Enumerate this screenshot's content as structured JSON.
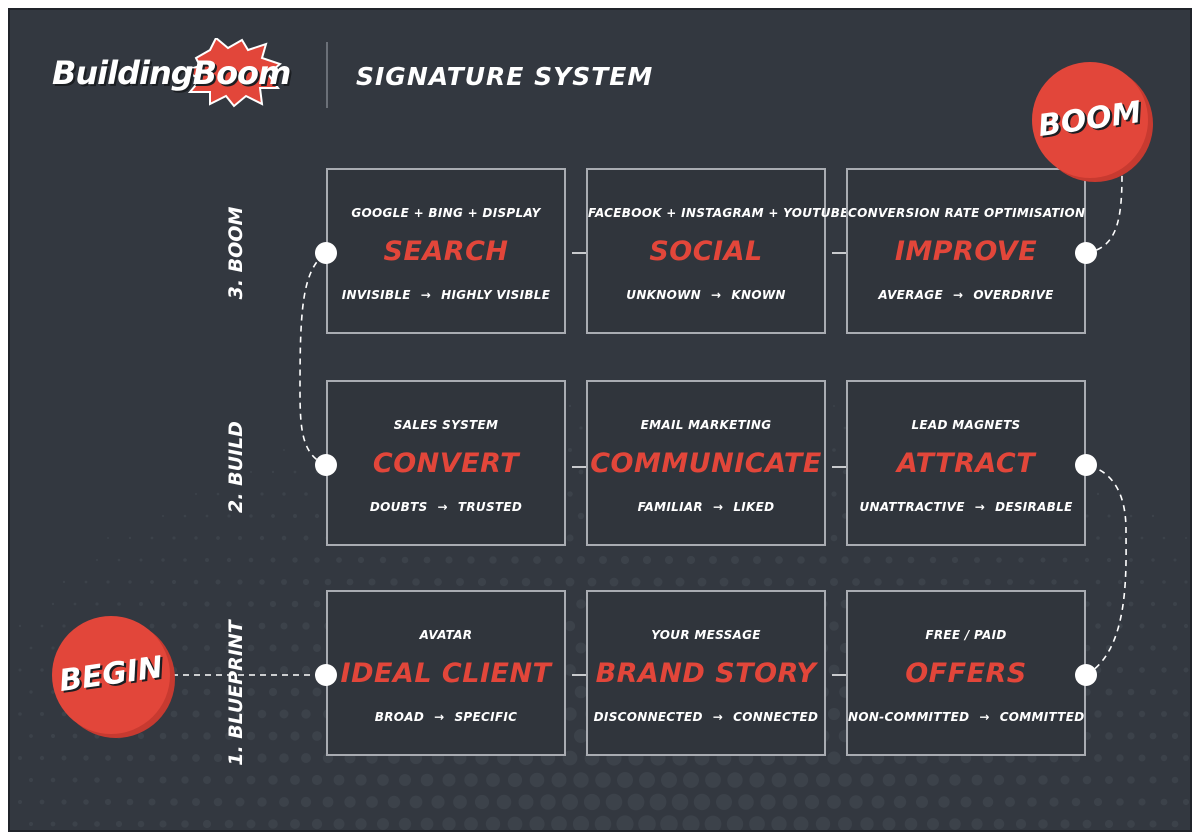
{
  "brand": {
    "logo_text_1": "Building",
    "logo_text_2": "Boom",
    "title": "SIGNATURE SYSTEM",
    "accent_color": "#e2463a",
    "background_color": "#333840"
  },
  "stages": [
    {
      "label": "3. BOOM"
    },
    {
      "label": "2. BUILD"
    },
    {
      "label": "1. BLUEPRINT"
    }
  ],
  "markers": {
    "begin": "BEGIN",
    "end": "BOOM"
  },
  "rows": [
    {
      "cards": [
        {
          "subtitle": "GOOGLE + BING + DISPLAY",
          "title": "SEARCH",
          "from": "INVISIBLE",
          "arrow": "→",
          "to": "HIGHLY VISIBLE"
        },
        {
          "subtitle": "FACEBOOK + INSTAGRAM + YOUTUBE",
          "title": "SOCIAL",
          "from": "UNKNOWN",
          "arrow": "→",
          "to": "KNOWN"
        },
        {
          "subtitle": "CONVERSION RATE OPTIMISATION",
          "title": "IMPROVE",
          "from": "AVERAGE",
          "arrow": "→",
          "to": "OVERDRIVE"
        }
      ]
    },
    {
      "cards": [
        {
          "subtitle": "SALES SYSTEM",
          "title": "CONVERT",
          "from": "DOUBTS",
          "arrow": "→",
          "to": "TRUSTED"
        },
        {
          "subtitle": "EMAIL MARKETING",
          "title": "COMMUNICATE",
          "from": "FAMILIAR",
          "arrow": "→",
          "to": "LIKED"
        },
        {
          "subtitle": "LEAD MAGNETS",
          "title": "ATTRACT",
          "from": "UNATTRACTIVE",
          "arrow": "→",
          "to": "DESIRABLE"
        }
      ]
    },
    {
      "cards": [
        {
          "subtitle": "AVATAR",
          "title": "IDEAL CLIENT",
          "from": "BROAD",
          "arrow": "→",
          "to": "SPECIFIC"
        },
        {
          "subtitle": "YOUR MESSAGE",
          "title": "BRAND STORY",
          "from": "DISCONNECTED",
          "arrow": "→",
          "to": "CONNECTED"
        },
        {
          "subtitle": "FREE / PAID",
          "title": "OFFERS",
          "from": "NON-COMMITTED",
          "arrow": "→",
          "to": "COMMITTED"
        }
      ]
    }
  ]
}
